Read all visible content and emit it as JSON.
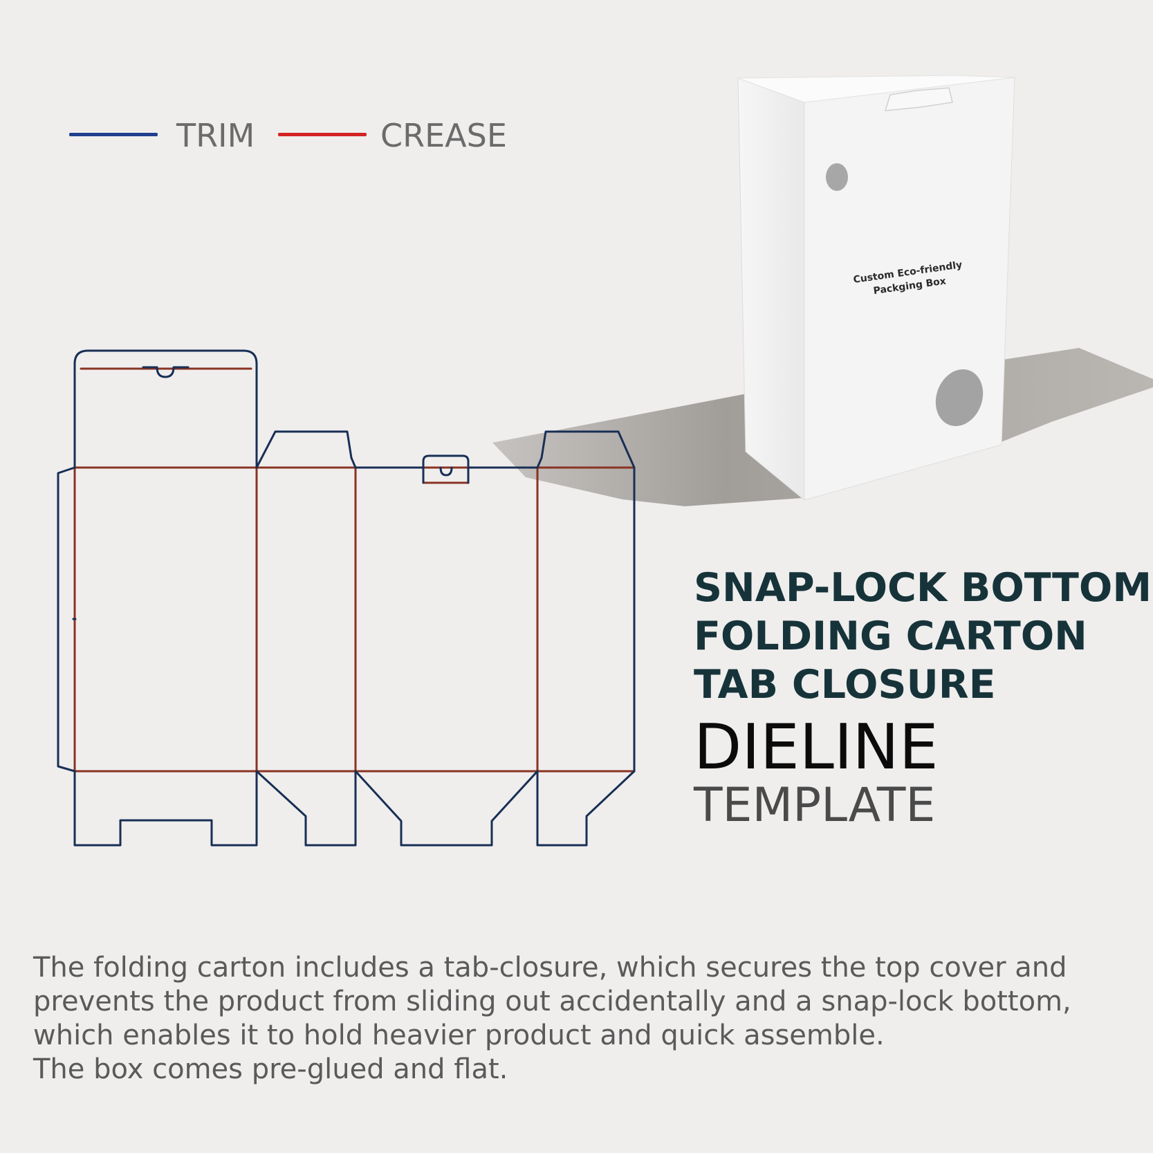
{
  "legend": {
    "trim": {
      "label": "TRIM",
      "color": "#1f3f8f"
    },
    "crease": {
      "label": "CREASE",
      "color": "#d42323"
    }
  },
  "dieline_colors": {
    "trim": "#182f55",
    "crease": "#8a3322"
  },
  "box_mockup": {
    "label_line1": "Custom Eco-friendly",
    "label_line2": "Packging Box"
  },
  "title": {
    "line1": "SNAP-LOCK BOTTOM",
    "line2": "FOLDING CARTON",
    "line3": "TAB CLOSURE",
    "dieline": "DIELINE",
    "template": "TEMPLATE"
  },
  "description": {
    "line1": "The folding carton includes a tab-closure, which secures the top cover and",
    "line2": "prevents the product from sliding out accidentally and a snap-lock bottom,",
    "line3": "which enables it to hold heavier product and quick assemble.",
    "line4": "The box comes pre-glued and flat."
  }
}
